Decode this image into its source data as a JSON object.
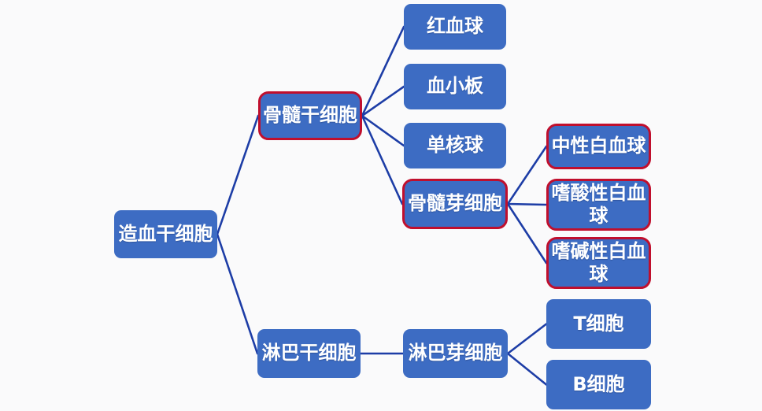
{
  "diagram": {
    "title": "blood-cell-differentiation-tree",
    "background_color": "#fafafb",
    "node_fill_color": "#3d6cc3",
    "node_text_color": "#ffffff",
    "highlight_border_color": "#c00f2d",
    "connector_color": "#1d3da6",
    "nodes": [
      {
        "id": "hsc",
        "label": "造血干细胞",
        "highlighted": false
      },
      {
        "id": "myeloid",
        "label": "骨髓干细胞",
        "highlighted": true
      },
      {
        "id": "rbc",
        "label": "红血球",
        "highlighted": false
      },
      {
        "id": "platelet",
        "label": "血小板",
        "highlighted": false
      },
      {
        "id": "monocyte",
        "label": "单核球",
        "highlighted": false
      },
      {
        "id": "myeloblast",
        "label": "骨髓芽细胞",
        "highlighted": true
      },
      {
        "id": "neutrophil",
        "label": "中性白血球",
        "highlighted": true
      },
      {
        "id": "eosinophil",
        "label": "嗜酸性白血球",
        "highlighted": true
      },
      {
        "id": "basophil",
        "label": "嗜碱性白血球",
        "highlighted": true
      },
      {
        "id": "lymphoid",
        "label": "淋巴干细胞",
        "highlighted": false
      },
      {
        "id": "lymphoblast",
        "label": "淋巴芽细胞",
        "highlighted": false
      },
      {
        "id": "tcell",
        "label": "T细胞",
        "highlighted": false
      },
      {
        "id": "bcell",
        "label": "B细胞",
        "highlighted": false
      }
    ],
    "edges": [
      {
        "from": "hsc",
        "to": "myeloid"
      },
      {
        "from": "hsc",
        "to": "lymphoid"
      },
      {
        "from": "myeloid",
        "to": "rbc"
      },
      {
        "from": "myeloid",
        "to": "platelet"
      },
      {
        "from": "myeloid",
        "to": "monocyte"
      },
      {
        "from": "myeloid",
        "to": "myeloblast"
      },
      {
        "from": "myeloblast",
        "to": "neutrophil"
      },
      {
        "from": "myeloblast",
        "to": "eosinophil"
      },
      {
        "from": "myeloblast",
        "to": "basophil"
      },
      {
        "from": "lymphoid",
        "to": "lymphoblast"
      },
      {
        "from": "lymphoblast",
        "to": "tcell"
      },
      {
        "from": "lymphoblast",
        "to": "bcell"
      }
    ]
  }
}
